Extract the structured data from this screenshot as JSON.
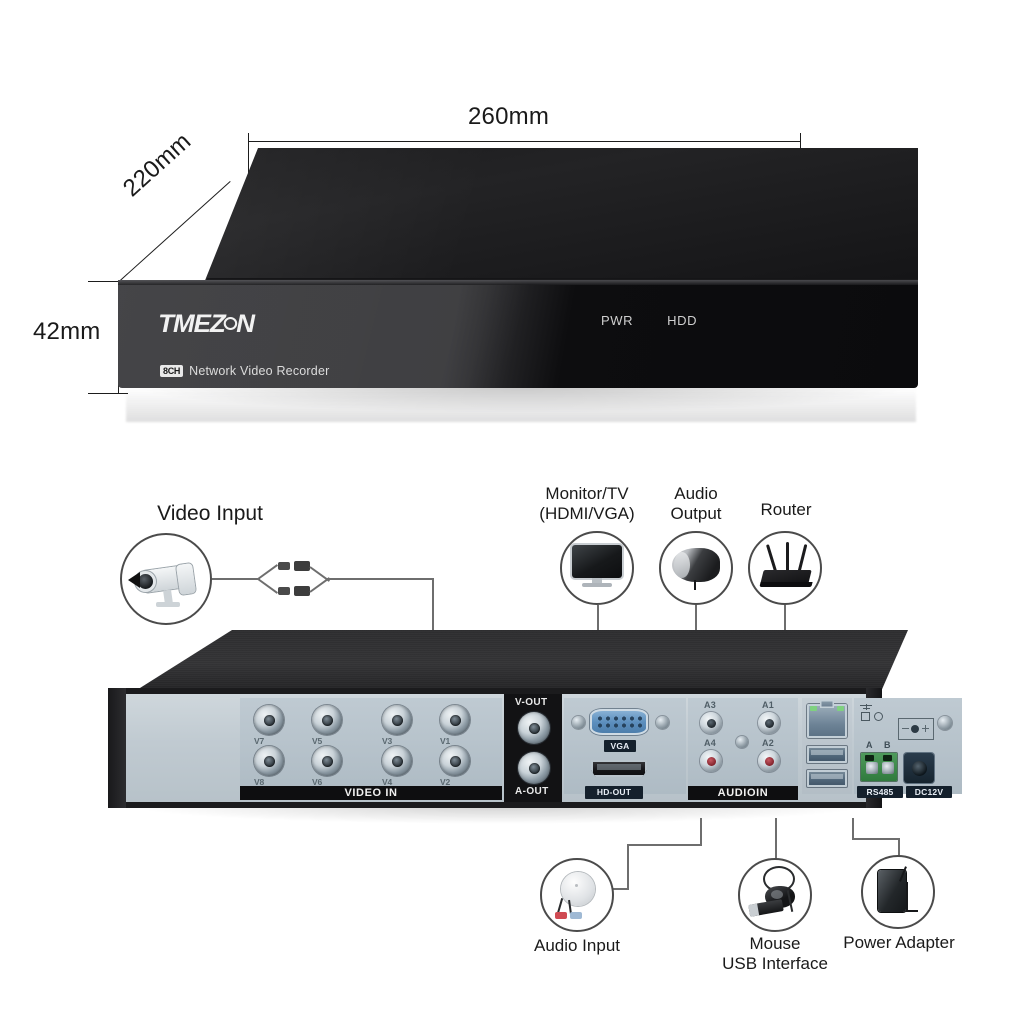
{
  "product": {
    "brand": "TMEZON",
    "brand_dot": "O",
    "channel_badge": "8CH",
    "model_line": "Network Video Recorder",
    "front_indicators": [
      {
        "label": "PWR",
        "name": "power-led"
      },
      {
        "label": "HDD",
        "name": "hdd-led"
      }
    ]
  },
  "dimensions": {
    "width": "260mm",
    "depth": "220mm",
    "height": "42mm"
  },
  "peripherals": [
    {
      "id": "video-input",
      "label": "Video Input",
      "label2": "",
      "icon": "bullet-camera-icon"
    },
    {
      "id": "monitor-tv",
      "label": "Monitor/TV",
      "label2": "(HDMI/VGA)",
      "icon": "monitor-icon"
    },
    {
      "id": "audio-output",
      "label": "Audio",
      "label2": "Output",
      "icon": "speaker-icon"
    },
    {
      "id": "router",
      "label": "Router",
      "label2": "",
      "icon": "router-icon"
    },
    {
      "id": "audio-input",
      "label": "Audio Input",
      "label2": "",
      "icon": "microphone-icon"
    },
    {
      "id": "mouse-usb",
      "label": "Mouse",
      "label2": "USB Interface",
      "icon": "mouse-usb-icon"
    },
    {
      "id": "power-adapter",
      "label": "Power Adapter",
      "label2": "",
      "icon": "power-adapter-icon"
    }
  ],
  "rear_panel": {
    "video_in": {
      "caption": "VIDEO IN",
      "ports": [
        {
          "label": "V7"
        },
        {
          "label": "V5"
        },
        {
          "label": "V3"
        },
        {
          "label": "V1"
        },
        {
          "label": "V8"
        },
        {
          "label": "V6"
        },
        {
          "label": "V4"
        },
        {
          "label": "V2"
        }
      ]
    },
    "video_out": {
      "top_label": "V-OUT",
      "bottom_label": "A-OUT"
    },
    "display_out": {
      "vga_label": "VGA",
      "hdmi_label": "HD-OUT"
    },
    "audio_in": {
      "caption": "AUDIOIN",
      "ports": [
        {
          "label": "A3"
        },
        {
          "label": "A1"
        },
        {
          "label": "A4"
        },
        {
          "label": "A2"
        }
      ]
    },
    "network": {
      "lan_name": "rj45-lan-port",
      "usb_count": 2
    },
    "serial_power": {
      "terminal_a": "A",
      "terminal_b": "B",
      "rs485_label": "RS485",
      "dc_label": "DC12V"
    }
  },
  "colors": {
    "panel_face": "#c0cad1",
    "chassis": "#1b1b1d",
    "caption_bg": "#0e0e10",
    "wire": "#6e6e6e",
    "rs485_green": "#3f8a4c",
    "vga_blue": "#5d8fbe"
  }
}
